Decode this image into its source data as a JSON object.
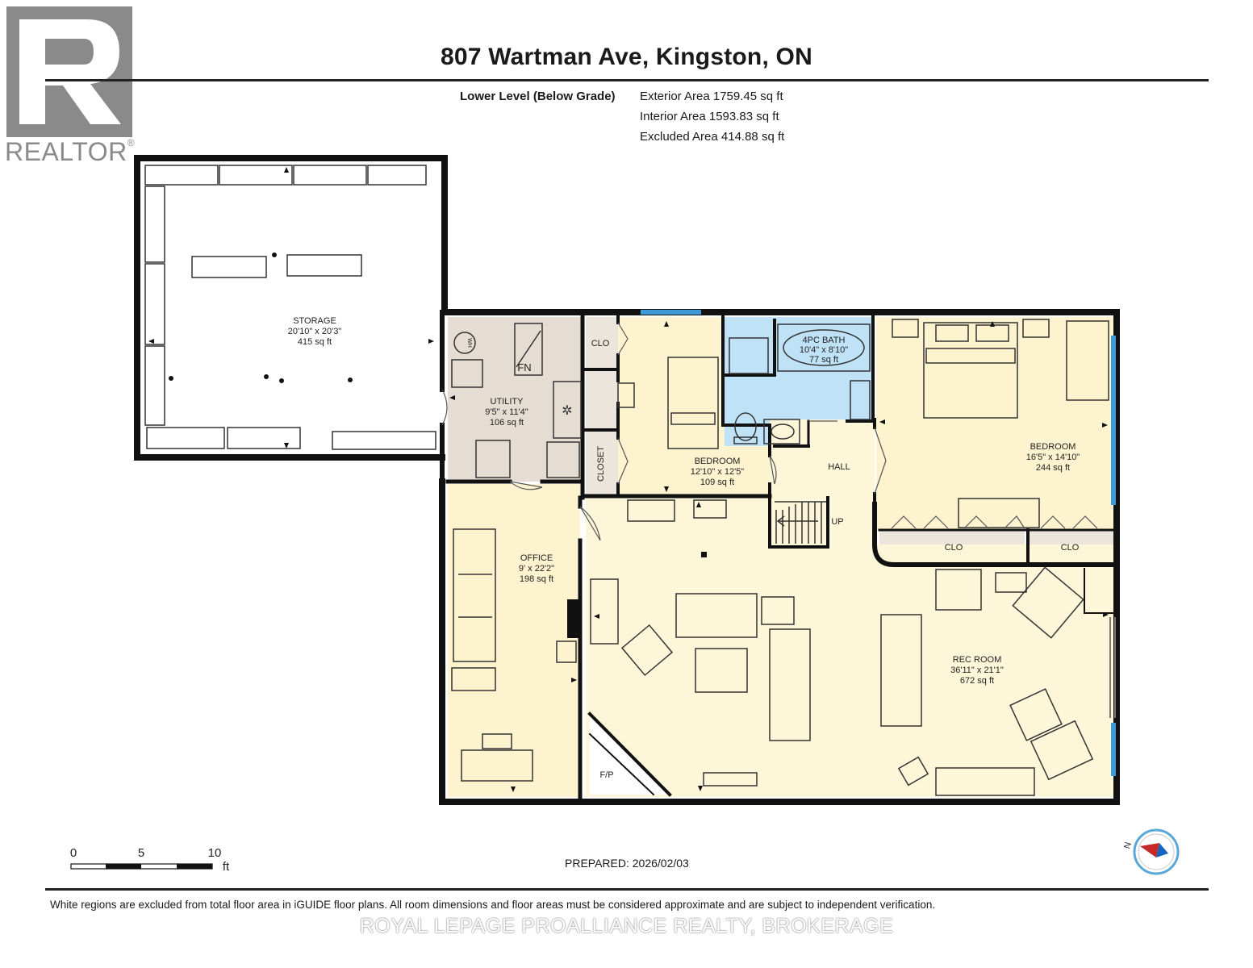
{
  "header": {
    "title": "807 Wartman Ave, Kingston, ON",
    "level": "Lower Level (Below Grade)",
    "exterior_area": "Exterior Area 1759.45 sq ft",
    "interior_area": "Interior Area 1593.83 sq ft",
    "excluded_area": "Excluded Area 414.88 sq ft"
  },
  "logo": {
    "text": "REALTOR",
    "mark": "®",
    "icon": "realtor-r-icon"
  },
  "rooms": {
    "storage": {
      "name": "STORAGE",
      "dims": "20'10\" x 20'3\"",
      "area": "415 sq ft"
    },
    "utility": {
      "name": "UTILITY",
      "dims": "9'5\" x 11'4\"",
      "area": "106 sq ft"
    },
    "bedroom_small": {
      "name": "BEDROOM",
      "dims": "12'10\" x 12'5\"",
      "area": "109 sq ft"
    },
    "bath": {
      "name": "4PC BATH",
      "dims": "10'4\" x 8'10\"",
      "area": "77 sq ft"
    },
    "bedroom_large": {
      "name": "BEDROOM",
      "dims": "16'5\" x 14'10\"",
      "area": "244 sq ft"
    },
    "office": {
      "name": "OFFICE",
      "dims": "9' x 22'2\"",
      "area": "198 sq ft"
    },
    "rec_room": {
      "name": "REC ROOM",
      "dims": "36'11\" x 21'1\"",
      "area": "672 sq ft"
    }
  },
  "labels": {
    "clo": "CLO",
    "closet": "CLOSET",
    "hall": "HALL",
    "up": "UP",
    "fp": "F/P",
    "wh": "WH",
    "fn": "FN"
  },
  "colors": {
    "wall": "#111111",
    "bedroom_fill": "#fdf3cf",
    "rec_fill": "#fdf6d8",
    "utility_fill": "#e5ddd2",
    "bath_fill": "#bfe2f7",
    "closet_fill": "#ebe5dc",
    "window": "#3d9ad6"
  },
  "scale": {
    "ticks": [
      "0",
      "5",
      "10"
    ],
    "unit": "ft"
  },
  "compass": {
    "label": "N",
    "icon": "north-arrow-icon"
  },
  "footer": {
    "prepared": "PREPARED: 2026/02/03",
    "disclaimer": "White regions are excluded from total floor area in iGUIDE floor plans. All room dimensions and floor areas must be considered approximate and are subject to independent verification.",
    "brokerage": "ROYAL LEPAGE PROALLIANCE REALTY, BROKERAGE"
  }
}
